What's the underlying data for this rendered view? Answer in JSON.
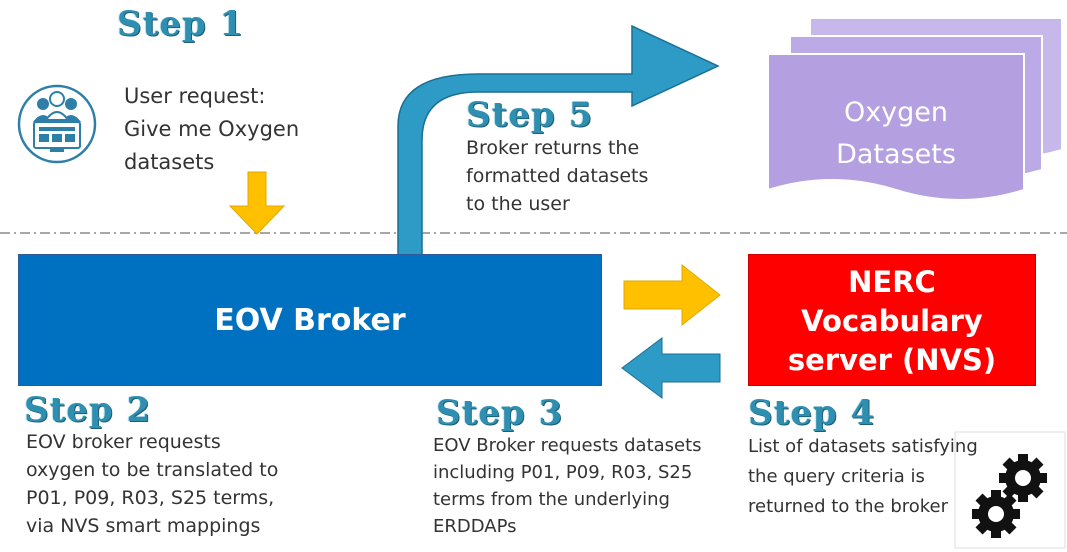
{
  "step1": {
    "title": "Step 1",
    "lines": [
      "User request:",
      "Give me Oxygen",
      "datasets"
    ]
  },
  "step2": {
    "title": "Step 2",
    "lines": [
      "EOV broker requests",
      "oxygen to be translated to",
      "P01,  P09, R03, S25 terms,",
      "via NVS smart mappings"
    ]
  },
  "step3": {
    "title": "Step 3",
    "lines": [
      "EOV Broker requests datasets",
      "including  P01, P09, R03, S25",
      "terms from the underlying",
      "ERDDAPs"
    ]
  },
  "step4": {
    "title": "Step 4",
    "lines": [
      "List of datasets satisfying",
      "the query criteria is",
      "returned to the broker"
    ]
  },
  "step5": {
    "title": "Step 5",
    "lines": [
      "Broker returns the",
      "formatted datasets",
      "to the user"
    ]
  },
  "eov_broker": {
    "label": "EOV Broker"
  },
  "nvs": {
    "lines": [
      "NERC",
      "Vocabulary",
      "server (NVS)"
    ]
  },
  "datasets": {
    "lines": [
      "Oxygen",
      "Datasets"
    ]
  },
  "icons": {
    "users": "users-at-computer-icon",
    "gears": "gears-icon"
  },
  "colors": {
    "broker": "#0070c0",
    "nvs": "#ff0000",
    "datasets": "#b4a0e0",
    "arrow_blue": "#2e9bc6",
    "arrow_yellow": "#ffc000",
    "step_title": "#2f8fb0"
  }
}
